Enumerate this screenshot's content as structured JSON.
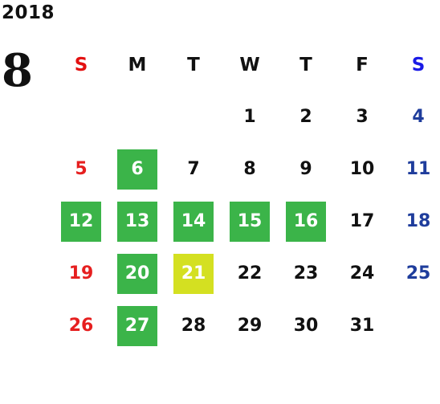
{
  "year": "2018",
  "month": "8",
  "weekdays": [
    "S",
    "M",
    "T",
    "W",
    "T",
    "F",
    "S"
  ],
  "weeks": [
    [
      "",
      "",
      "",
      "1",
      "2",
      "3",
      "4"
    ],
    [
      "5",
      "6",
      "7",
      "8",
      "9",
      "10",
      "11"
    ],
    [
      "12",
      "13",
      "14",
      "15",
      "16",
      "17",
      "18"
    ],
    [
      "19",
      "20",
      "21",
      "22",
      "23",
      "24",
      "25"
    ],
    [
      "26",
      "27",
      "28",
      "29",
      "30",
      "31",
      ""
    ]
  ],
  "highlights": {
    "green_days": [
      "6",
      "12",
      "13",
      "14",
      "15",
      "16",
      "20",
      "27"
    ],
    "yellow_days": [
      "21"
    ]
  },
  "colors": {
    "green": "#3bb449",
    "yellow": "#d4e021",
    "sunday": "#e61f1f",
    "saturday": "#1f3d9c"
  }
}
